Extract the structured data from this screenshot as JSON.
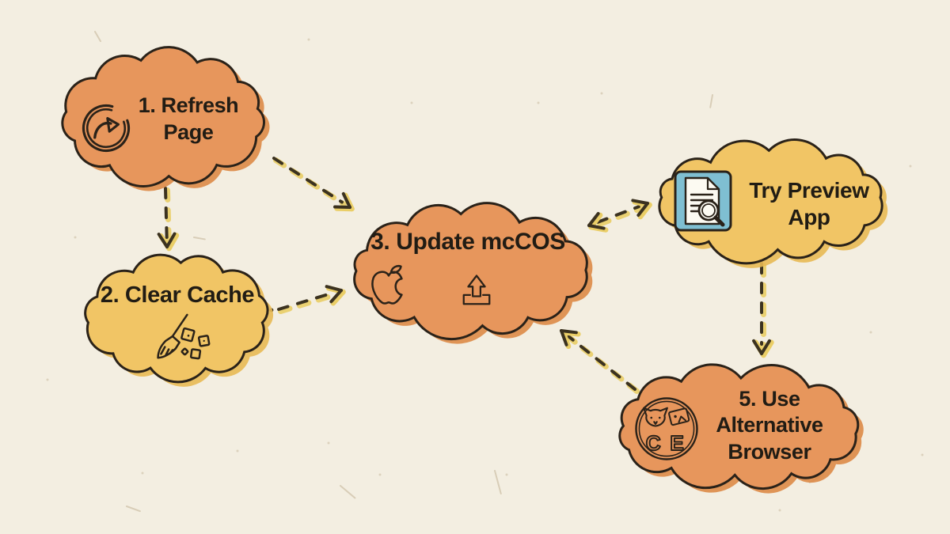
{
  "palette": {
    "background": "#F3EEE1",
    "outline": "#2A2219",
    "text": "#211C14",
    "arrow_dark": "#3B3220",
    "arrow_highlight": "#EACE67",
    "orange_fill": "#E7965C",
    "orange_shadow": "#DD8947",
    "yellow_fill": "#F1C565",
    "yellow_shadow": "#E8B954",
    "preview_icon_bg": "#7FBFD2",
    "paper_fleck": "#C9BCA0"
  },
  "nodes": [
    {
      "id": "refresh-page",
      "color": "orange",
      "icon": "refresh-icon",
      "lines": [
        "1. Refresh",
        "Page"
      ]
    },
    {
      "id": "clear-cache",
      "color": "yellow",
      "icon": "broom-sweep-icon",
      "lines": [
        "2. Clear Cache"
      ]
    },
    {
      "id": "update-mccos",
      "color": "orange",
      "icons": [
        "apple-icon",
        "upload-icon"
      ],
      "lines": [
        "3. Update mcCOS"
      ]
    },
    {
      "id": "try-preview-app",
      "color": "yellow",
      "icon": "document-magnifier-icon",
      "lines": [
        "Try Preview",
        "App"
      ]
    },
    {
      "id": "use-alternative-browser",
      "color": "orange",
      "icon": "alternative-browsers-icon",
      "lines": [
        "5. Use",
        "Alternative",
        "Browser"
      ]
    }
  ],
  "edges": [
    {
      "from": "refresh-page",
      "to": "update-mccos",
      "style": "dashed-arrow"
    },
    {
      "from": "refresh-page",
      "to": "clear-cache",
      "style": "dashed-arrow"
    },
    {
      "from": "clear-cache",
      "to": "update-mccos",
      "style": "dashed-arrow"
    },
    {
      "from": "update-mccos",
      "to": "try-preview-app",
      "style": "dashed-arrow",
      "bidirectional": true
    },
    {
      "from": "try-preview-app",
      "to": "use-alternative-browser",
      "style": "dashed-arrow"
    },
    {
      "from": "use-alternative-browser",
      "to": "update-mccos",
      "style": "dashed-arrow"
    }
  ]
}
